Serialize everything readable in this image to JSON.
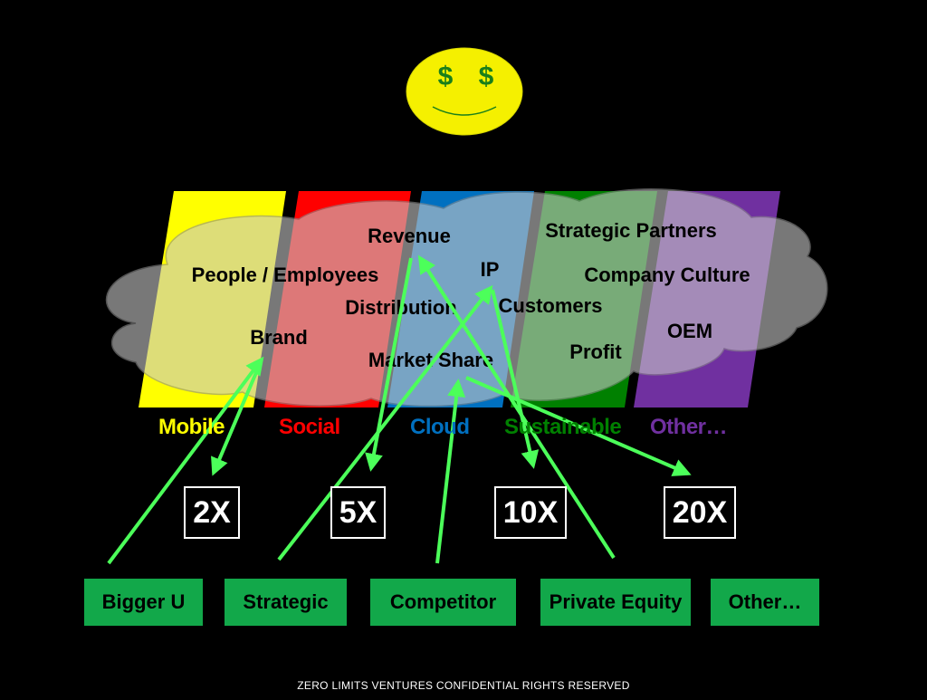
{
  "smiley": {
    "eye_left": "$",
    "eye_right": "$",
    "face_color": "#f5f000",
    "eye_color": "#1a7f1a"
  },
  "categories": [
    {
      "label": "Mobile",
      "color": "#ffff00",
      "text_color": "#ffff00"
    },
    {
      "label": "Social",
      "color": "#ff0000",
      "text_color": "#ff0000"
    },
    {
      "label": "Cloud",
      "color": "#0070c0",
      "text_color": "#0070c0"
    },
    {
      "label": "Sustainable",
      "color": "#008000",
      "text_color": "#008000"
    },
    {
      "label": "Other…",
      "color": "#7030a0",
      "text_color": "#7030a0"
    }
  ],
  "value_drivers": [
    "Revenue",
    "Strategic Partners",
    "People / Employees",
    "IP",
    "Company Culture",
    "Distribution",
    "Customers",
    "OEM",
    "Brand",
    "Profit",
    "Market Share"
  ],
  "multiples": [
    "2X",
    "5X",
    "10X",
    "20X"
  ],
  "buyers": [
    "Bigger U",
    "Strategic",
    "Competitor",
    "Private Equity",
    "Other…"
  ],
  "arrow_color": "#4cff5a",
  "buyer_color": "#12a84a",
  "footer": "ZERO LIMITS VENTURES CONFIDENTIAL RIGHTS RESERVED"
}
